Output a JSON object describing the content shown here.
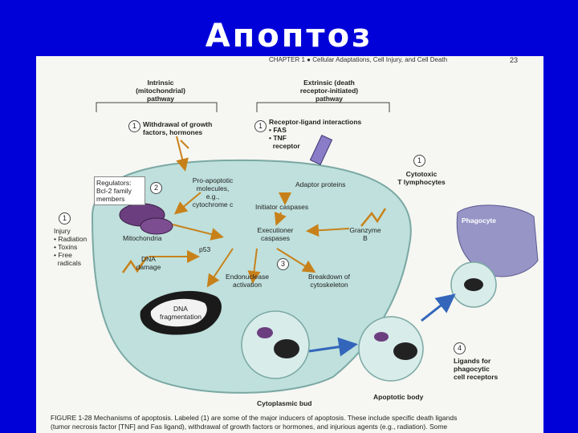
{
  "slide_title": "Апоптоз",
  "header": {
    "chapter": "CHAPTER 1",
    "subtitle": "Cellular Adaptations, Cell Injury, and Cell Death",
    "page": "23"
  },
  "labels": {
    "intrinsic": [
      "Intrinsic",
      "(mitochondrial)",
      "pathway"
    ],
    "extrinsic": [
      "Extrinsic (death",
      "receptor-initiated)",
      "pathway"
    ],
    "withdrawal": [
      "Withdrawal of growth",
      "factors, hormones"
    ],
    "receptor_ligand": [
      "Receptor-ligand interactions",
      "• FAS",
      "• TNF",
      "  receptor"
    ],
    "cytotoxic": [
      "Cytotoxic",
      "T lymphocytes"
    ],
    "regulators": [
      "Regulators:",
      "",
      "Bcl-2 family",
      "members"
    ],
    "proapoptotic": [
      "Pro-apoptotic",
      "molecules,",
      "e.g.,",
      "cytochrome c"
    ],
    "adaptor": "Adaptor proteins",
    "initiator": "Initiator caspases",
    "injury": [
      "Injury",
      "• Radiation",
      "• Toxins",
      "• Free",
      "  radicals"
    ],
    "mitochondria": "Mitochondria",
    "executioner": [
      "Executioner",
      "caspases"
    ],
    "granzyme": [
      "Granzyme",
      "B"
    ],
    "phagocyte": "Phagocyte",
    "dna_damage": [
      "DNA",
      "damage"
    ],
    "p53": "p53",
    "endonuclease": [
      "Endonuclease",
      "activation"
    ],
    "breakdown": [
      "Breakdown of",
      "cytoskeleton"
    ],
    "dna_frag": [
      "DNA",
      "fragmentation"
    ],
    "ligands": [
      "Ligands for",
      "phagocytic",
      "cell receptors"
    ],
    "cytoplasmic_bud": "Cytoplasmic bud",
    "apoptotic_body": "Apoptotic body"
  },
  "step_numbers": [
    "1",
    "1",
    "1",
    "1",
    "2",
    "3",
    "4"
  ],
  "caption": {
    "line1": "FIGURE 1-28  Mechanisms of apoptosis. Labeled (1) are some of the major inducers of apoptosis. These include specific death ligands",
    "line2": "(tumor necrosis factor [TNF] and Fas ligand), withdrawal of growth factors or hormones, and injurious agents (e.g., radiation). Some"
  }
}
